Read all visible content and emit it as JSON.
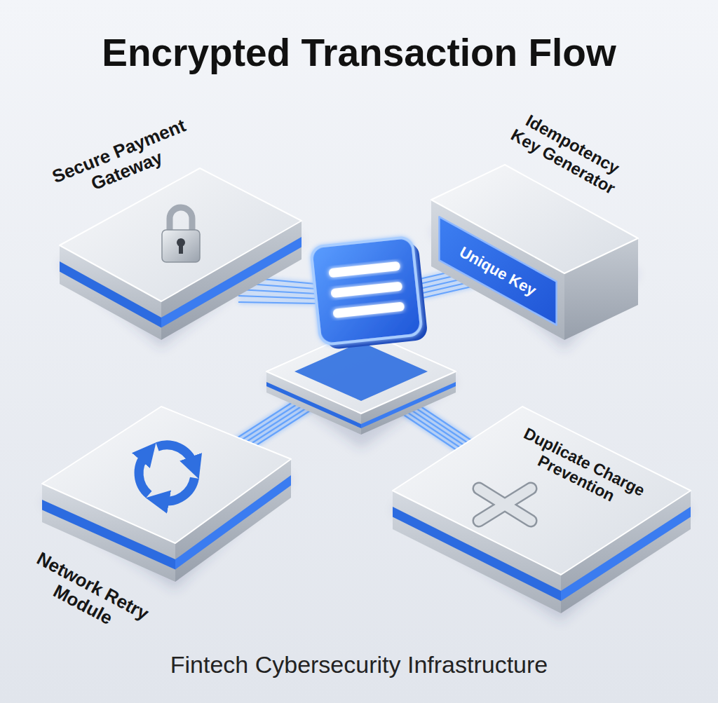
{
  "diagram": {
    "title": "Encrypted Transaction Flow",
    "caption": "Fintech Cybersecurity Infrastructure",
    "nodes": [
      {
        "text": [
          "Secure Payment Gateway"
        ]
      },
      {
        "text": [
          "Idempotency Key Generator"
        ]
      },
      {
        "text": [
          "Unique Key"
        ],
        "in": 1
      },
      {
        "text": [
          "Network Retry Module"
        ]
      },
      {
        "text": [
          "Duplicate Charge Prevention"
        ]
      }
    ]
  }
}
